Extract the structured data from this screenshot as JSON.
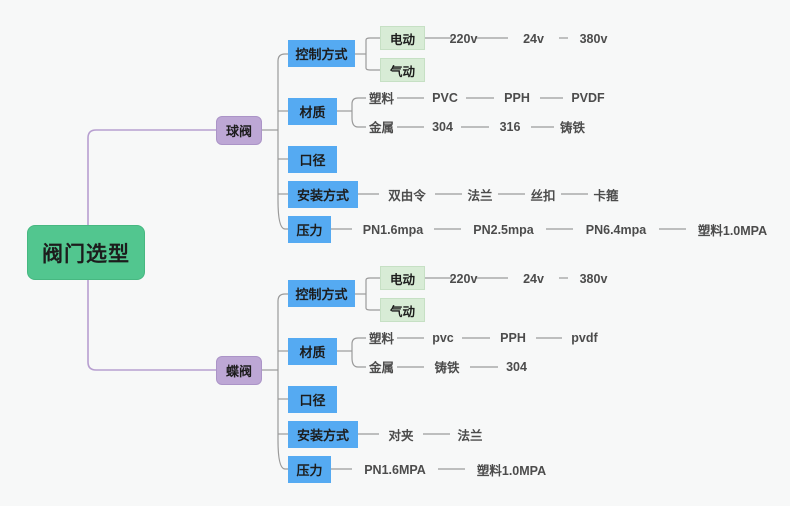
{
  "meta": {
    "title": "阀门选型",
    "bg_color": "#f7f8f8",
    "colors": {
      "root": "#52c68f",
      "level2": "#bda7d5",
      "level3": "#55aaf2",
      "level4_box": "#d8ecd6",
      "link_purple": "#b79fd0",
      "link_gray": "#9a9a9a",
      "text": "#4c4c4c"
    }
  },
  "root": {
    "label": "阀门选型"
  },
  "branches": [
    {
      "label": "球阀",
      "children": [
        {
          "label": "控制方式",
          "boxed_children": [
            {
              "label": "电动",
              "leaves": [
                "220v",
                "24v",
                "380v"
              ]
            },
            {
              "label": "气动",
              "leaves": []
            }
          ]
        },
        {
          "label": "材质",
          "rows": [
            {
              "label": "塑料",
              "leaves": [
                "PVC",
                "PPH",
                "PVDF"
              ]
            },
            {
              "label": "金属",
              "leaves": [
                "304",
                "316",
                "铸铁"
              ]
            }
          ]
        },
        {
          "label": "口径",
          "leaves": []
        },
        {
          "label": "安装方式",
          "leaves": [
            "双由令",
            "法兰",
            "丝扣",
            "卡箍"
          ]
        },
        {
          "label": "压力",
          "leaves": [
            "PN1.6mpa",
            "PN2.5mpa",
            "PN6.4mpa",
            "塑料1.0MPA"
          ]
        }
      ]
    },
    {
      "label": "蝶阀",
      "children": [
        {
          "label": "控制方式",
          "boxed_children": [
            {
              "label": "电动",
              "leaves": [
                "220v",
                "24v",
                "380v"
              ]
            },
            {
              "label": "气动",
              "leaves": []
            }
          ]
        },
        {
          "label": "材质",
          "rows": [
            {
              "label": "塑料",
              "leaves": [
                "pvc",
                "PPH",
                "pvdf"
              ]
            },
            {
              "label": "金属",
              "leaves": [
                "铸铁",
                "304"
              ]
            }
          ]
        },
        {
          "label": "口径",
          "leaves": []
        },
        {
          "label": "安装方式",
          "leaves": [
            "对夹",
            "法兰"
          ]
        },
        {
          "label": "压力",
          "leaves": [
            "PN1.6MPA",
            "塑料1.0MPA"
          ]
        }
      ]
    }
  ]
}
